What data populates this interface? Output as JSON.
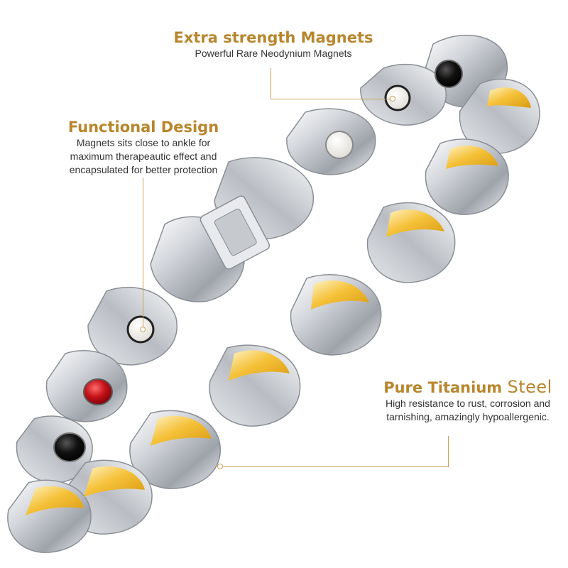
{
  "callouts": {
    "magnets": {
      "title": "Extra strength Magnets",
      "description": "Powerful Rare Neodynium Magnets"
    },
    "functional": {
      "title": "Functional Design",
      "description": "Magnets sits close to ankle for maximum therapeautic effect and encapsulated for better protection"
    },
    "titanium": {
      "title": "Pure Titanium",
      "title_suffix": "Steel",
      "description": "High resistance to rust, corrosion and tarnishing, amazingly hypoallergenic."
    }
  },
  "colors": {
    "accent_gold": "#b8862c",
    "leader_line": "#c9a25a",
    "body_text": "#333333",
    "silver": "#d9dce1",
    "gold_inlay": "#f2b92a",
    "magnet_black": "#111111",
    "magnet_white": "#f4f4ef",
    "magnet_red": "#c4121a"
  }
}
